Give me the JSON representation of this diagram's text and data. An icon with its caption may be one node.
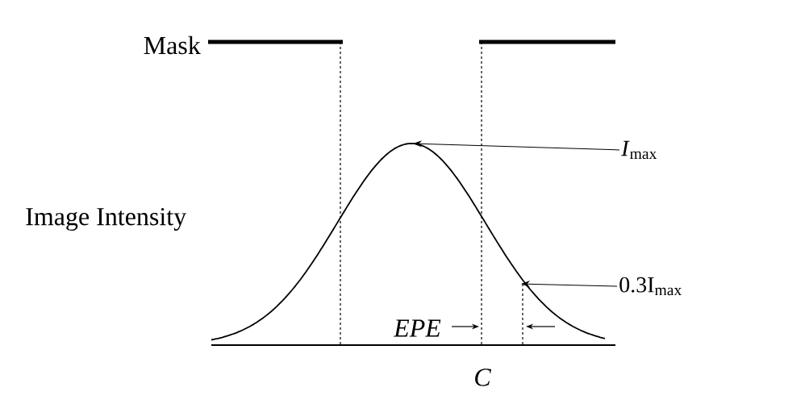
{
  "diagram": {
    "nodes": [
      {
        "text": [
          "*I*$_{max}$"
        ]
      },
      {
        "text": [
          "0.3I$_{max}$"
        ]
      }
    ],
    "edges": [
      {
        "from": 0,
        "to": null,
        "arrow": "to"
      },
      {
        "from": 1,
        "to": null,
        "arrow": "to"
      }
    ],
    "labels": [
      "Mask",
      "Image Intensity",
      "EPE",
      "C"
    ]
  }
}
